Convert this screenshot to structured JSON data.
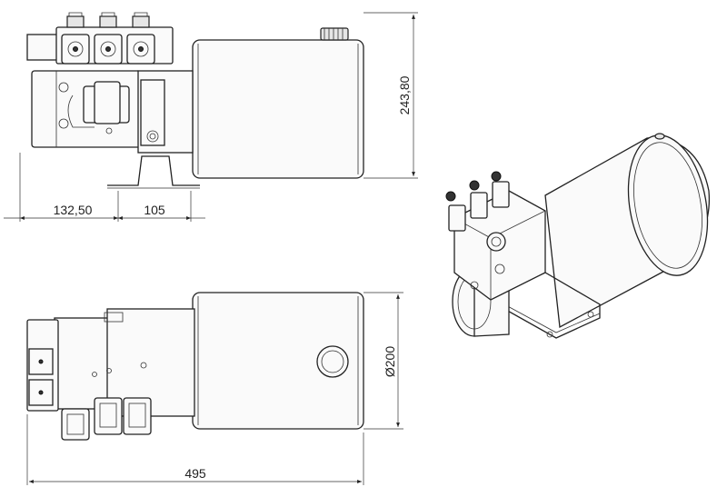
{
  "dimensions": {
    "overall_length": "495",
    "height": "243,80",
    "offset_left": "132,50",
    "offset_mid": "105",
    "tank_diameter": "Ø200"
  },
  "colors": {
    "line": "#222222",
    "background": "#ffffff"
  }
}
